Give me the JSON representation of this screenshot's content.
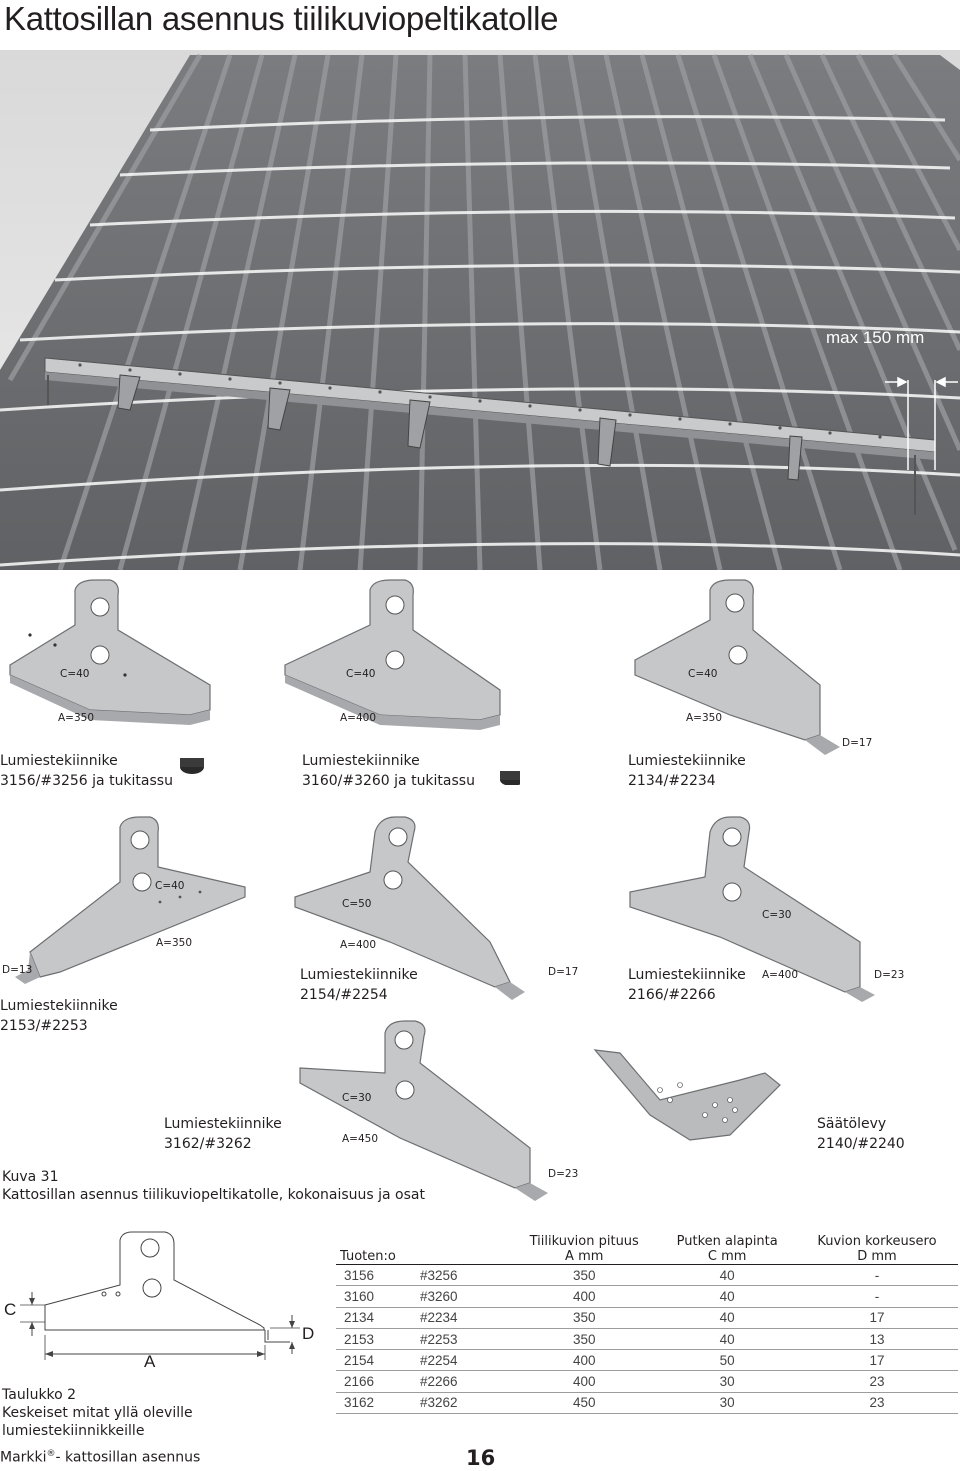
{
  "title": "Kattosillan asennus tiilikuviopeltikatolle",
  "photo": {
    "max_label": "max 150 mm"
  },
  "parts_row1": [
    {
      "c": "C=40",
      "a": "A=350",
      "name": "Lumiestekiinnike",
      "code": "3156/#3256 ja tukitassu"
    },
    {
      "c": "C=40",
      "a": "A=400",
      "name": "Lumiestekiinnike",
      "code": "3160/#3260 ja tukitassu"
    },
    {
      "c": "C=40",
      "a": "A=350",
      "d": "D=17",
      "name": "Lumiestekiinnike",
      "code": "2134/#2234"
    }
  ],
  "parts_row2": [
    {
      "c": "C=40",
      "a": "A=350",
      "d": "D=13",
      "name": "Lumiestekiinnike",
      "code": "2153/#2253"
    },
    {
      "c": "C=50",
      "a": "A=400",
      "d": "D=17",
      "name": "Lumiestekiinnike",
      "code": "2154/#2254"
    },
    {
      "c": "C=30",
      "a": "A=400",
      "d": "D=23",
      "name": "Lumiestekiinnike",
      "code": "2166/#2266"
    }
  ],
  "parts_row3": [
    {
      "c": "C=30",
      "a": "A=450",
      "d": "D=23",
      "name": "Lumiestekiinnike",
      "code": "3162/#3262"
    },
    {
      "name": "Säätölevy",
      "code": "2140/#2240"
    }
  ],
  "figure_caption": {
    "number": "Kuva 31",
    "text": "Kattosillan asennus tiilikuviopeltikatolle, kokonaisuus ja osat"
  },
  "diagram": {
    "c": "C",
    "a": "A",
    "d": "D"
  },
  "table_caption": {
    "number": "Taulukko 2",
    "line1": "Keskeiset mitat yllä oleville",
    "line2": "lumiestekiinnikkeille"
  },
  "table": {
    "headers": [
      {
        "l1": "Tuoten:o",
        "l2": ""
      },
      {
        "l1": "Tiilikuvion pituus",
        "l2": "A mm"
      },
      {
        "l1": "Putken alapinta",
        "l2": "C mm"
      },
      {
        "l1": "Kuvion korkeusero",
        "l2": "D mm"
      }
    ],
    "rows": [
      [
        "3156",
        "#3256",
        "350",
        "40",
        "-"
      ],
      [
        "3160",
        "#3260",
        "400",
        "40",
        "-"
      ],
      [
        "2134",
        "#2234",
        "350",
        "40",
        "17"
      ],
      [
        "2153",
        "#2253",
        "350",
        "40",
        "13"
      ],
      [
        "2154",
        "#2254",
        "400",
        "50",
        "17"
      ],
      [
        "2166",
        "#2266",
        "400",
        "30",
        "23"
      ],
      [
        "3162",
        "#3262",
        "450",
        "30",
        "23"
      ]
    ]
  },
  "footer": {
    "brand": "Markki",
    "reg": "®",
    "text": "- kattosillan asennus"
  },
  "page_number": "16"
}
